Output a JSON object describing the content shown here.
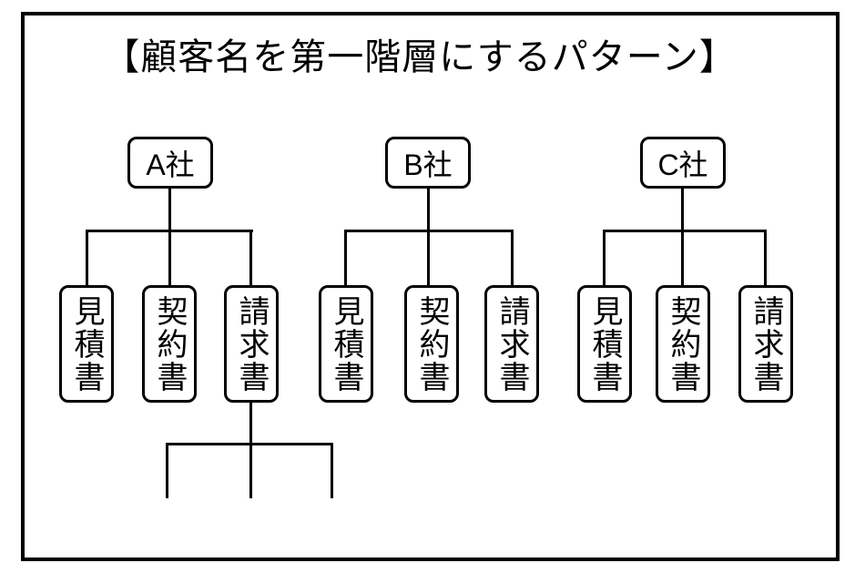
{
  "title": "【顧客名を第一階層にするパターン】",
  "colors": {
    "line": "#000000",
    "background": "#ffffff",
    "text": "#000000"
  },
  "trees": [
    {
      "root": "A社",
      "children": [
        "見積書",
        "契約書",
        "請求書"
      ]
    },
    {
      "root": "B社",
      "children": [
        "見積書",
        "契約書",
        "請求書"
      ]
    },
    {
      "root": "C社",
      "children": [
        "見積書",
        "契約書",
        "請求書"
      ]
    }
  ]
}
